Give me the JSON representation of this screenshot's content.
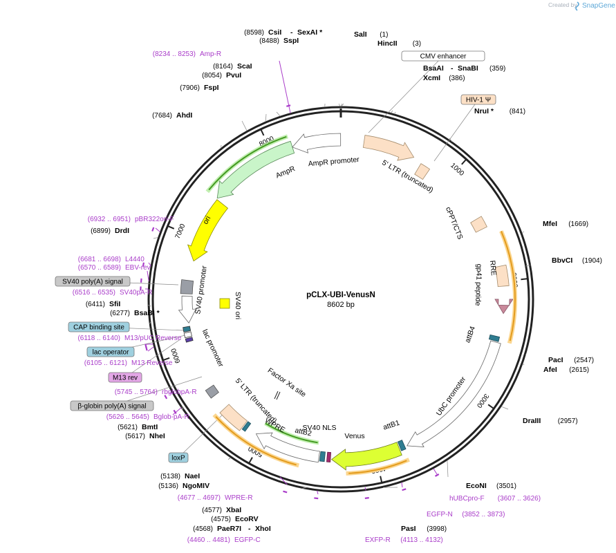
{
  "header": {
    "created_by": "Created by",
    "brand": "SnapGene"
  },
  "plasmid": {
    "name": "pCLX-UBI-VenusN",
    "length": "8602 bp"
  },
  "enzymes": [
    {
      "name": "SalI",
      "num": "(1)"
    },
    {
      "name": "HincII",
      "num": "(3)"
    },
    {
      "name": "BsaAI",
      "mid": "-",
      "name2": "SnaBI",
      "num": "(359)"
    },
    {
      "name": "XcmI",
      "num": "(386)"
    },
    {
      "name": "NruI *",
      "num": "(841)"
    },
    {
      "name": "MfeI",
      "num": "(1669)"
    },
    {
      "name": "BbvCI",
      "num": "(1904)"
    },
    {
      "name": "PacI",
      "num": "(2547)"
    },
    {
      "name": "AfeI",
      "num": "(2615)"
    },
    {
      "name": "DraIII",
      "num": "(2957)"
    },
    {
      "name": "EcoNI",
      "num": "(3501)"
    },
    {
      "name": "PasI",
      "num": "(3998)"
    },
    {
      "name": "PaeR7I",
      "mid": "-",
      "name2": "XhoI",
      "num": "(4568)"
    },
    {
      "name": "EcoRV",
      "num": "(4575)"
    },
    {
      "name": "XbaI",
      "num": "(4577)"
    },
    {
      "name": "NgoMIV",
      "num": "(5136)"
    },
    {
      "name": "NaeI",
      "num": "(5138)"
    },
    {
      "name": "NheI",
      "num": "(5617)"
    },
    {
      "name": "BmtI",
      "num": "(5621)"
    },
    {
      "name": "BsaBI *",
      "num": "(6277)"
    },
    {
      "name": "SfiI",
      "num": "(6411)"
    },
    {
      "name": "DrdI",
      "num": "(6899)"
    },
    {
      "name": "AhdI",
      "num": "(7684)"
    },
    {
      "name": "FspI",
      "num": "(7906)"
    },
    {
      "name": "PvuI",
      "num": "(8054)"
    },
    {
      "name": "ScaI",
      "num": "(8164)"
    },
    {
      "name": "SspI",
      "num": "(8488)"
    },
    {
      "name": "CsiI",
      "mid": "-",
      "name2": "SexAI *",
      "num": "(8598)"
    }
  ],
  "primers": [
    {
      "range": "(8234 .. 8253)",
      "name": "Amp-R"
    },
    {
      "range": "(6932 .. 6951)",
      "name": "pBR322ori-F"
    },
    {
      "range": "(6681 .. 6698)",
      "name": "L4440"
    },
    {
      "range": "(6570 .. 6589)",
      "name": "EBV-rev"
    },
    {
      "range": "(6516 .. 6535)",
      "name": "SV40pA-R"
    },
    {
      "range": "(6118 .. 6140)",
      "name": "M13/pUC Reverse"
    },
    {
      "range": "(6105 .. 6121)",
      "name": "M13 Reverse"
    },
    {
      "range": "(5745 .. 5764)",
      "name": "rbglobpA-R"
    },
    {
      "range": "(5626 .. 5645)",
      "name": "Bglob-pA-R"
    },
    {
      "range": "(4677 .. 4697)",
      "name": "WPRE-R"
    },
    {
      "range": "(4460 .. 4481)",
      "name": "EGFP-C"
    },
    {
      "name": "EXFP-R",
      "range": "(4113 .. 4132)"
    },
    {
      "name": "EGFP-N",
      "range": "(3852 .. 3873)"
    },
    {
      "name": "hUBCpro-F",
      "range": "(3607 .. 3626)"
    }
  ],
  "boxes": [
    {
      "text": "CMV enhancer",
      "fill": "#ffffff"
    },
    {
      "text": "HIV-1 Ψ",
      "fill": "#fce0c6"
    },
    {
      "text": "SV40 poly(A) signal",
      "fill": "#c8c8c8"
    },
    {
      "text": "CAP binding site",
      "fill": "#9fd0df"
    },
    {
      "text": "lac operator",
      "fill": "#9fd0df"
    },
    {
      "text": "M13 rev",
      "fill": "#e3a6e6"
    },
    {
      "text": "β-globin poly(A) signal",
      "fill": "#c8c8c8"
    },
    {
      "text": "loxP",
      "fill": "#9fd0df"
    }
  ],
  "features": {
    "ampr": "AmpR",
    "ampr_promoter": "AmpR promoter",
    "ltr5": "5' LTR (truncated)",
    "ltr5b": "5' LTR (truncated)",
    "cppt": "cPPT/CTS",
    "rre": "RRE",
    "gp41": "gp41 peptide",
    "attb4": "attB4",
    "ubc": "UbC promoter",
    "attb1": "attB1",
    "venus": "Venus",
    "sv40nls": "SV40 NLS",
    "attb2": "attB2",
    "wpre": "WPRE",
    "factorxa": "Factor Xa site",
    "lacp": "lac promoter",
    "sv40p": "SV40 promoter",
    "sv40ori": "SV40 ori",
    "ori": "ori"
  },
  "ticks": [
    "1000",
    "2000",
    "3000",
    "4000",
    "5000",
    "6000",
    "7000",
    "8000"
  ],
  "colors": {
    "ring": "#222222",
    "ampr": "#c9f5c9",
    "ori": "#ffff00",
    "venus": "#ddff33",
    "ltr": "#fce0c6",
    "primer": "#a93cc9",
    "orange_arc": "#f6b94f",
    "green_arc": "#449a22",
    "teal": "#2f7d91",
    "grey": "#9a9ea6",
    "pink": "#c9889a"
  }
}
